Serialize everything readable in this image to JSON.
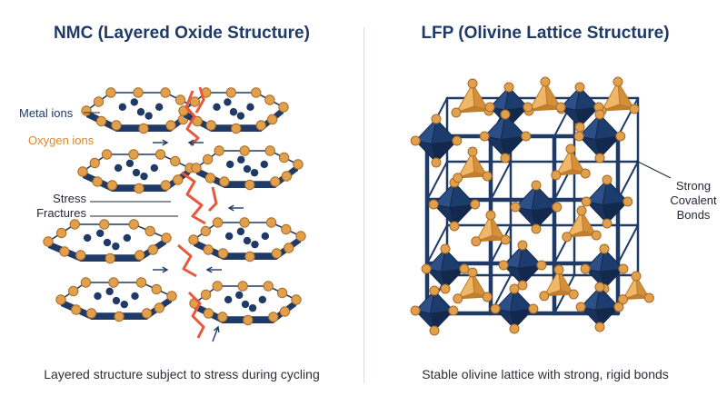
{
  "left_panel": {
    "title": "NMC (Layered Oxide Structure)",
    "caption": "Layered structure subject to stress during cycling",
    "labels": {
      "metal_ions": "Metal ions",
      "oxygen_ions": "Oxygen ions",
      "stress_line1": "Stress",
      "stress_line2": "Fractures"
    }
  },
  "right_panel": {
    "title": "LFP (Olivine Lattice Structure)",
    "caption": "Stable olivine lattice with strong, rigid bonds",
    "labels": {
      "bonds_line1": "Strong",
      "bonds_line2": "Covalent",
      "bonds_line3": "Bonds"
    }
  },
  "colors": {
    "navy": "#1f3a66",
    "orange": "#e0a04d",
    "fracture": "#e8583a",
    "layer_edge": "#1f3a66"
  }
}
